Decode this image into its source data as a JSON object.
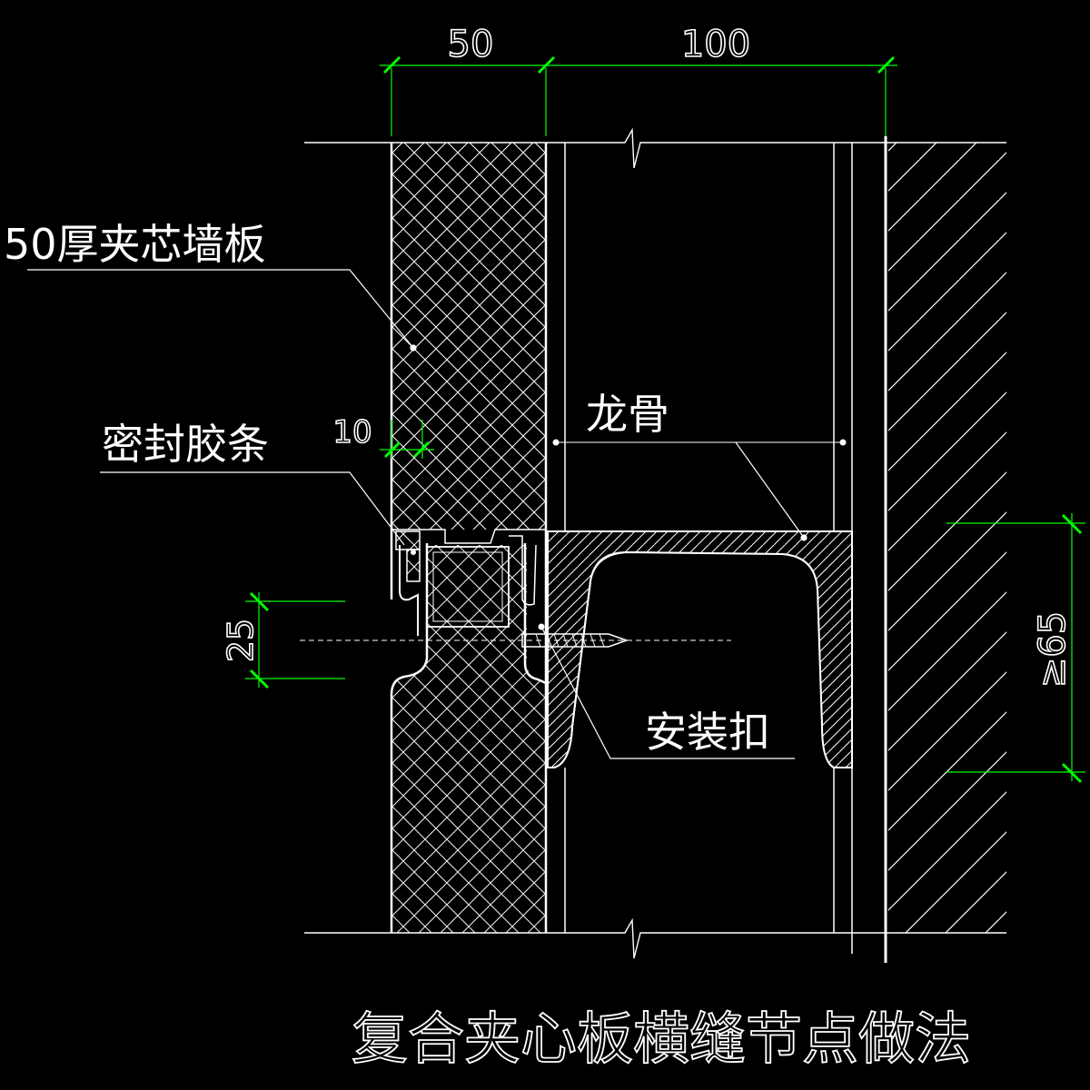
{
  "title": "复合夹心板横缝节点做法",
  "labels": {
    "wall_panel": "50厚夹芯墙板",
    "sealing_strip": "密封胶条",
    "keel": "龙骨",
    "install_clip": "安装扣"
  },
  "dimensions": {
    "panel_thickness": "50",
    "keel_depth": "100",
    "strip_width": "10",
    "screw_spacing": "25",
    "min_overlap": "≥65"
  },
  "colors": {
    "background": "#000000",
    "lines": "#ffffff",
    "dimension_lines": "#00ff00"
  }
}
